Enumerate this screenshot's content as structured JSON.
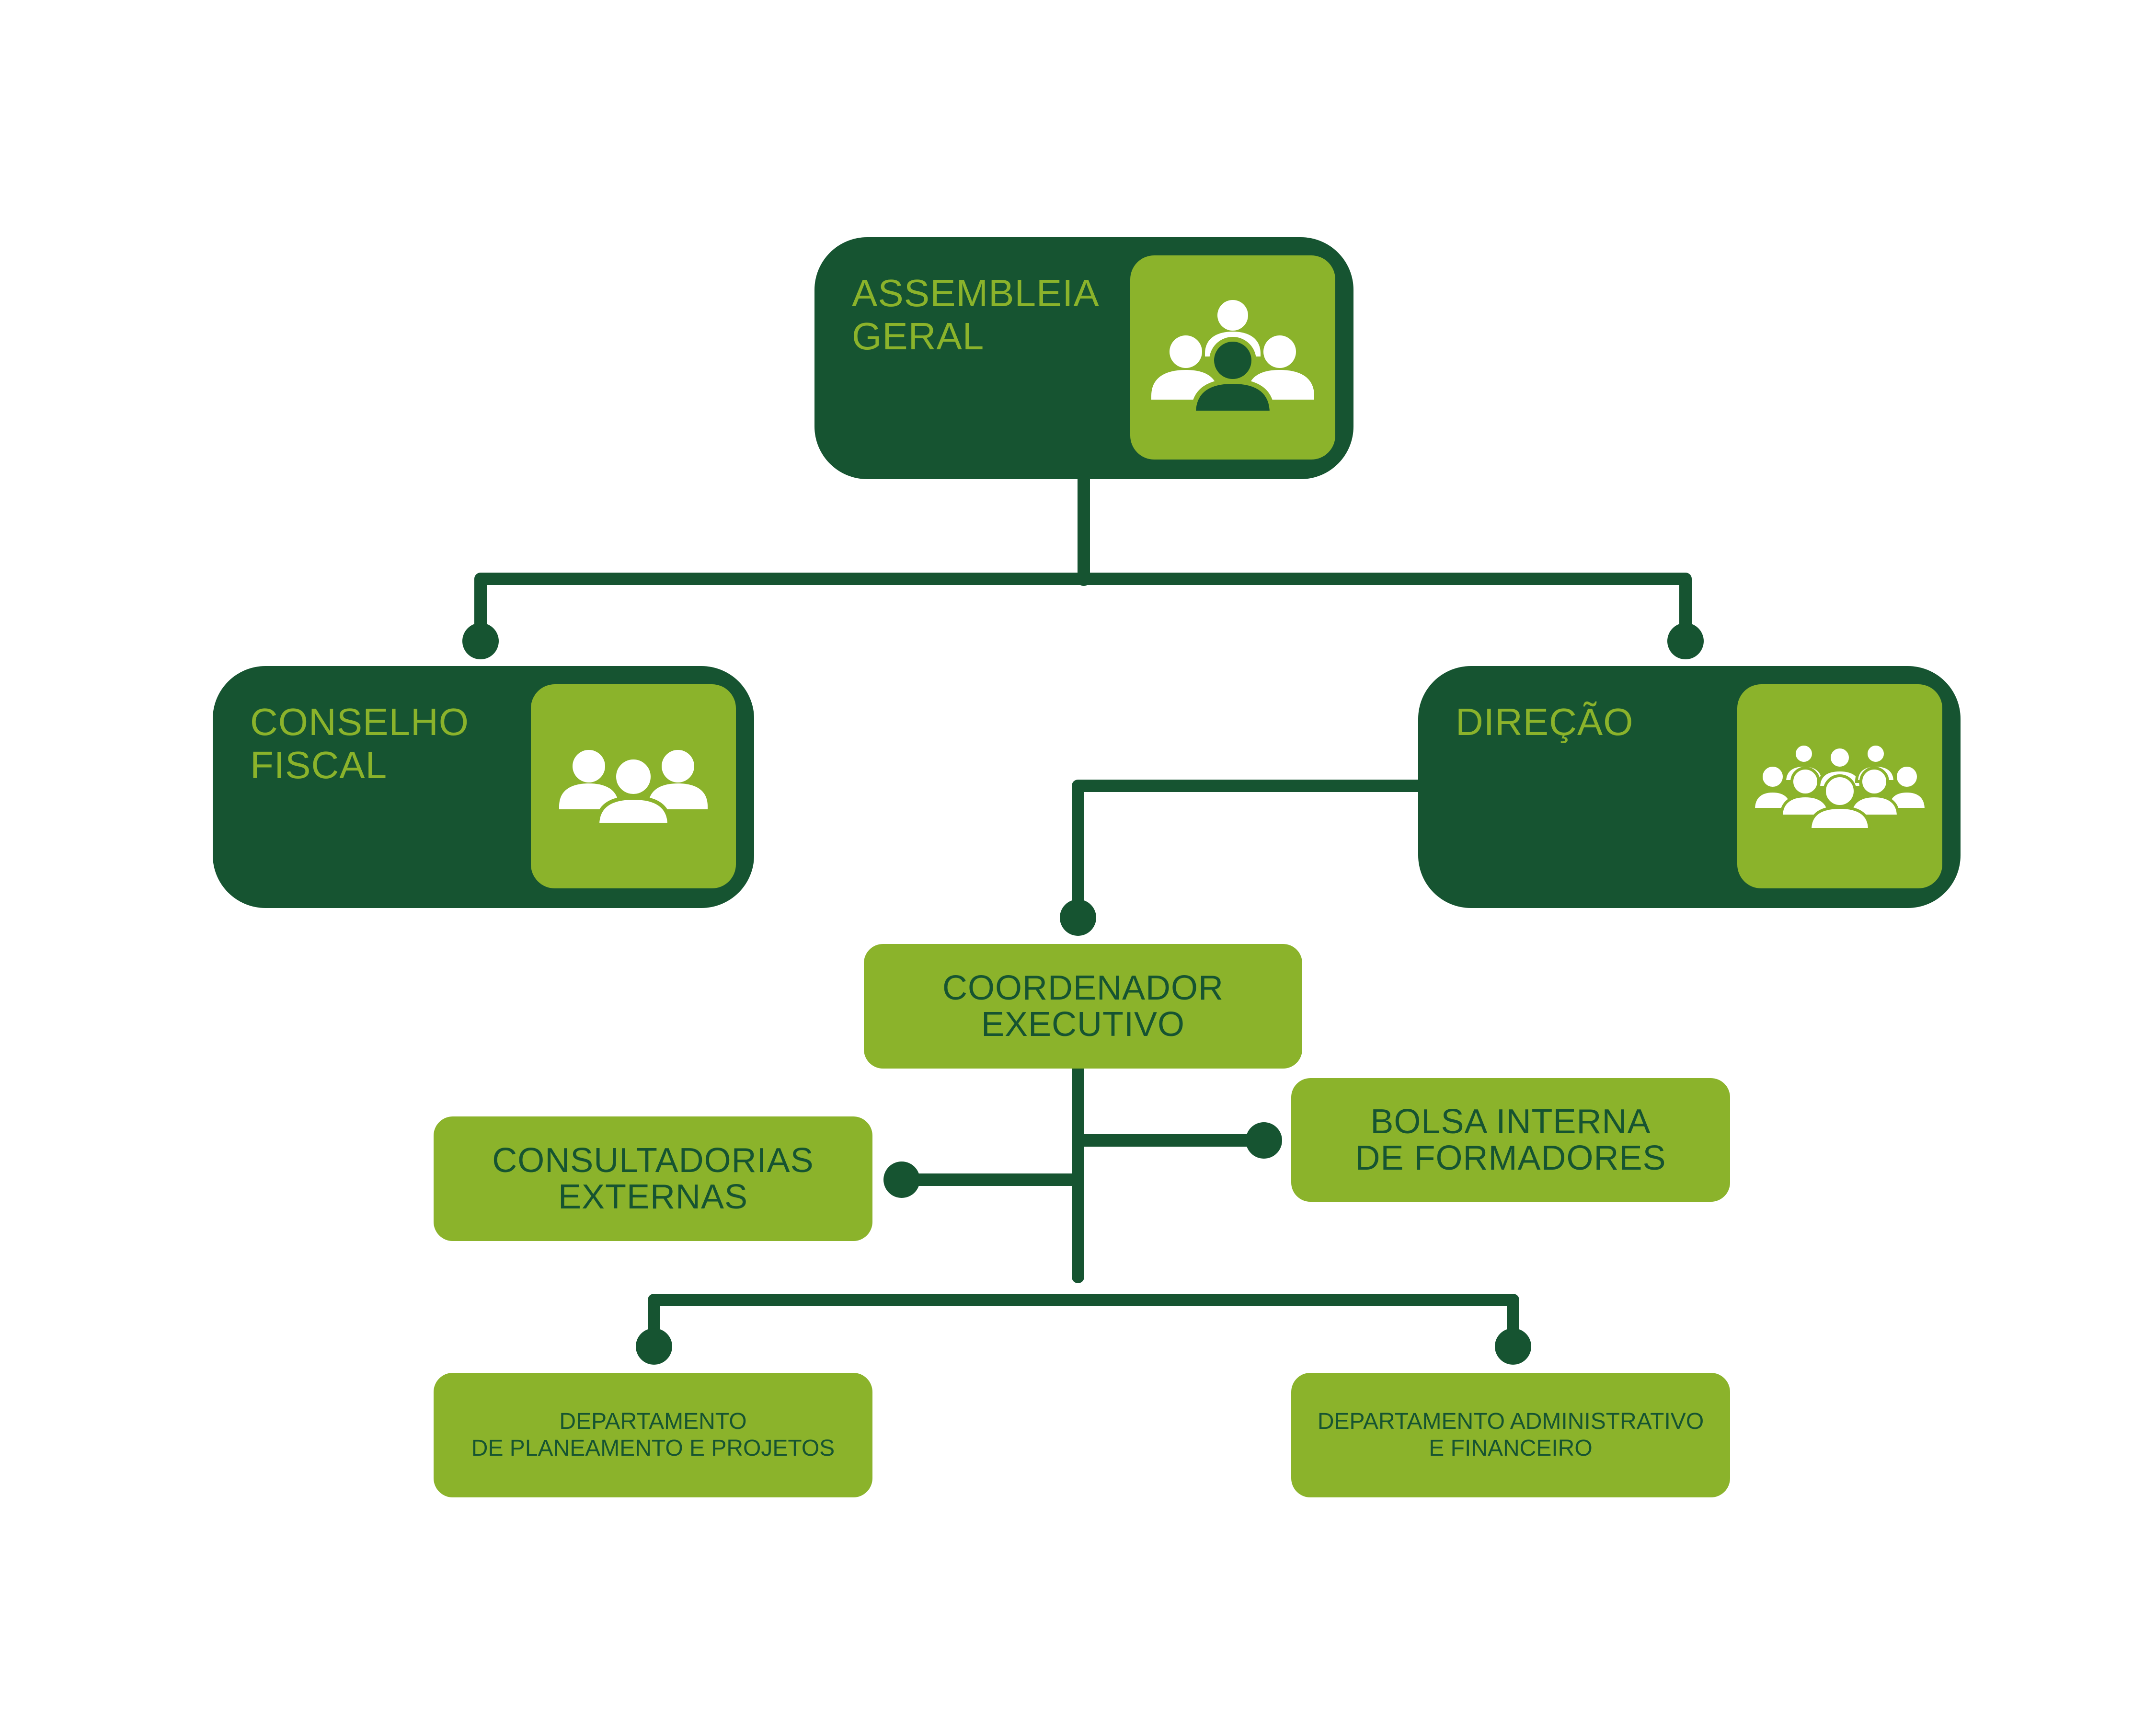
{
  "colors": {
    "dark_green": "#165431",
    "light_green": "#8bb32b",
    "background": "#ffffff"
  },
  "nodes": {
    "assembleia": {
      "label": "ASSEMBLEIA\nGERAL",
      "icon": "group-of-people-icon"
    },
    "conselho": {
      "label": "CONSELHO\nFISCAL",
      "icon": "three-people-icon"
    },
    "direcao": {
      "label": "DIREÇÃO",
      "icon": "crowd-icon"
    },
    "coordenador": {
      "label": "COORDENADOR\nEXECUTIVO"
    },
    "consultadorias": {
      "label": "CONSULTADORIAS\nEXTERNAS"
    },
    "bolsa": {
      "label": "BOLSA INTERNA\nDE FORMADORES"
    },
    "dept_planeamento": {
      "label": "DEPARTAMENTO\nDE PLANEAMENTO E PROJETOS"
    },
    "dept_administrativo": {
      "label": "DEPARTAMENTO ADMINISTRATIVO\nE FINANCEIRO"
    }
  }
}
